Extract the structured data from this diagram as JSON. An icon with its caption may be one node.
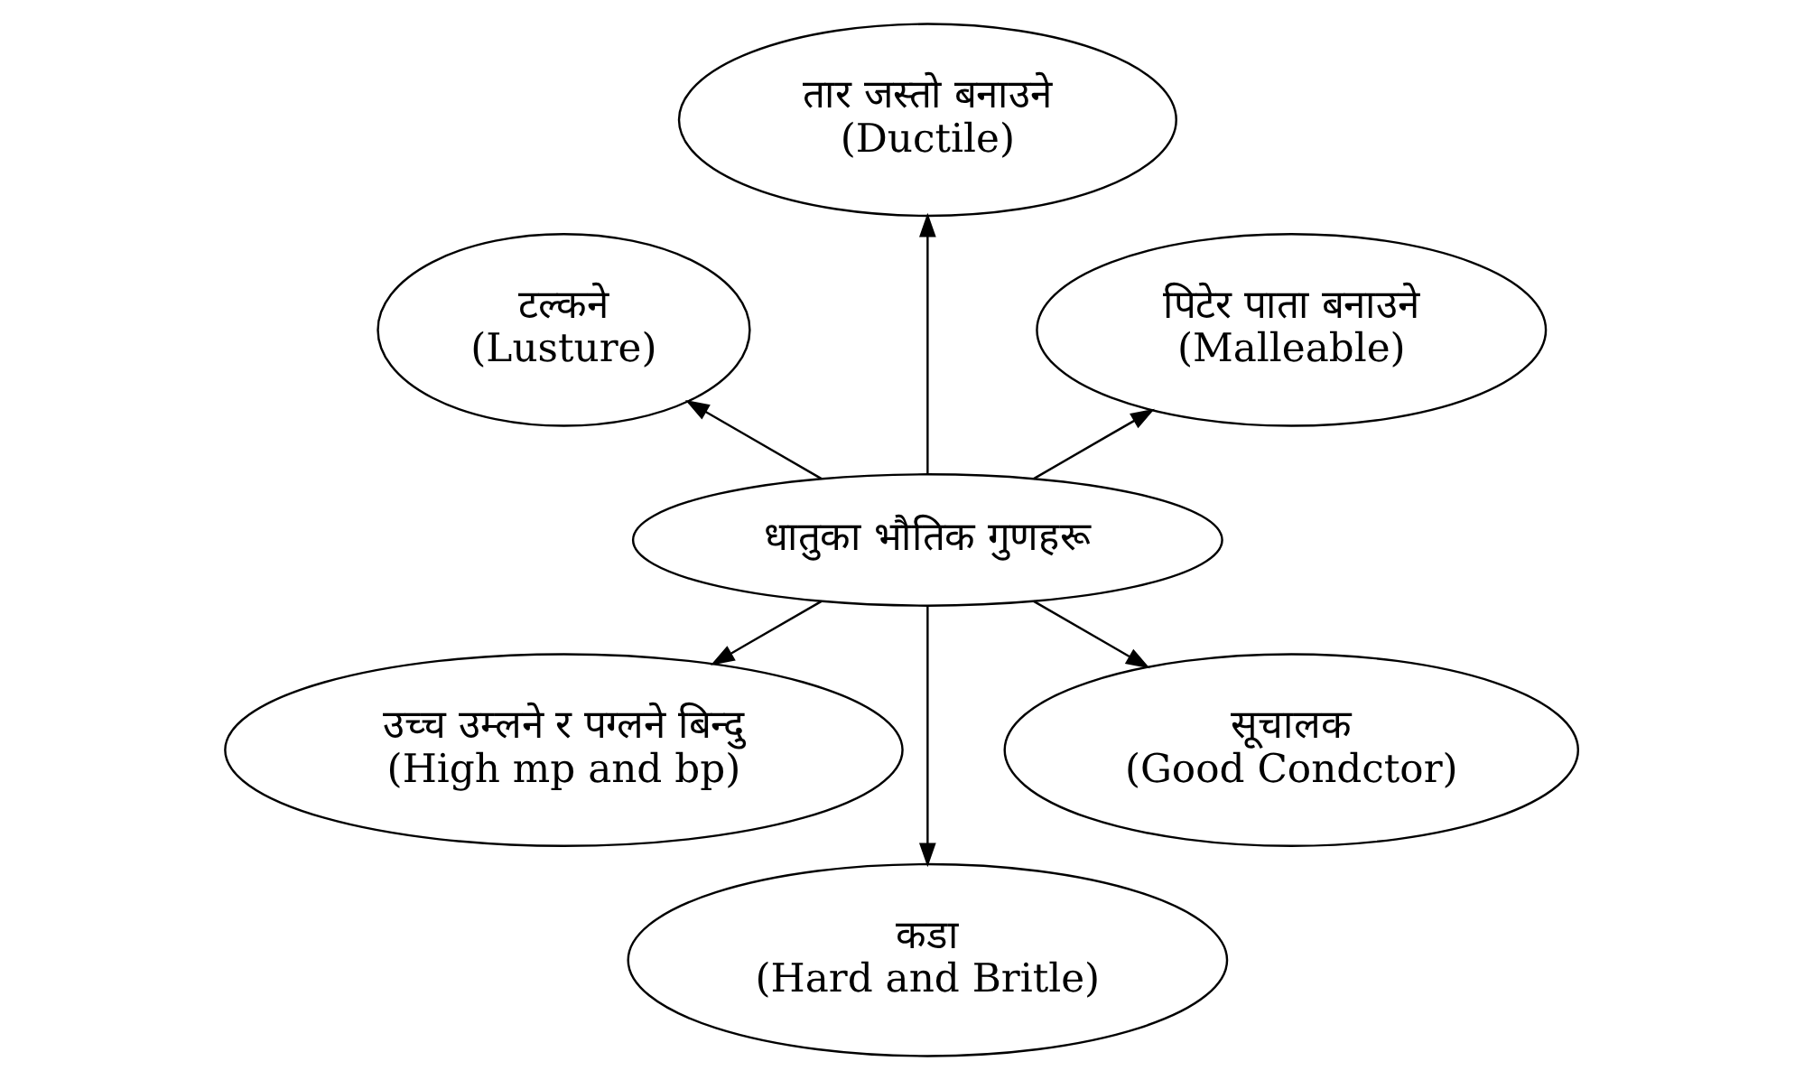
{
  "diagram": {
    "nodes": [
      {
        "text": [
          "पिटेर पाता बनाउने",
          "(Malleable)"
        ]
      },
      {
        "text": [
          "तार जस्तो बनाउने",
          "(Ductile)"
        ]
      },
      {
        "text": [
          "टल्कने",
          "(Lusture)"
        ]
      },
      {
        "text": [
          "धातुका भौतिक गुणहरू"
        ]
      },
      {
        "text": [
          "उच्च उम्लने र पग्लने बिन्दु",
          "(High mp and bp)"
        ]
      },
      {
        "text": [
          "कडा",
          "(Hard and Britle)"
        ]
      },
      {
        "text": [
          "सूचालक",
          "(Good Condctor)"
        ]
      }
    ],
    "edges": [
      {
        "from": 3,
        "to": 0,
        "arrow": "to"
      },
      {
        "from": 3,
        "to": 1,
        "arrow": "to"
      },
      {
        "from": 3,
        "to": 2,
        "arrow": "to"
      },
      {
        "from": 3,
        "to": 4,
        "arrow": "to"
      },
      {
        "from": 3,
        "to": 5,
        "arrow": "to"
      },
      {
        "from": 3,
        "to": 6,
        "arrow": "to"
      }
    ]
  }
}
